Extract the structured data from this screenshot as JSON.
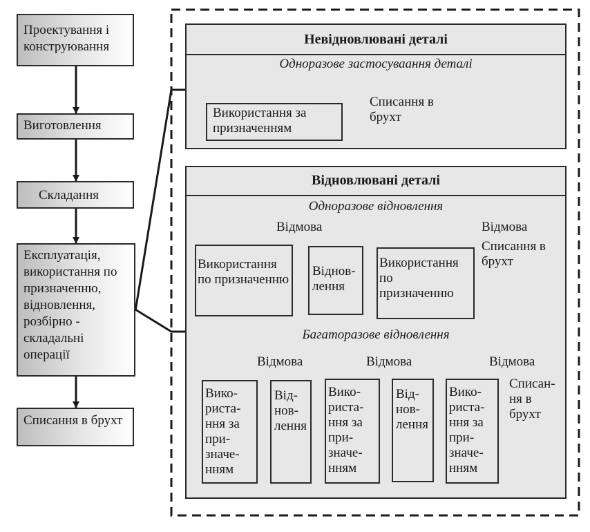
{
  "left_flow": [
    "Проектування  і конструювання",
    "Виготовлення",
    "Складання",
    "Експлуатація, використання по призначенню, відновлення, розбірно - складальні операції",
    "Списання в брухт"
  ],
  "top_panel": {
    "title": "Невідновлювані  деталі",
    "subtitle": "Одноразове  застосуваання деталі",
    "use_box": "Використання за призначенням",
    "scrap": "Списання в брухт"
  },
  "bottom_panel": {
    "title": "Відновлювані  деталі",
    "single": {
      "subtitle": "Одноразове  відновлення",
      "use1": "Використання по призначенню",
      "restore": "Віднов-лення",
      "use2": "Використання по призначенню",
      "failure1": "Відмова",
      "failure2": "Відмова",
      "scrap": "Списання в брухт"
    },
    "multi": {
      "subtitle": "Багаторазове  відновлення",
      "use1": "Вико-риста-ння за при-значе-нням",
      "restore1": "Від-нов-лення",
      "use2": "Вико-риста-ння за при-значе-нням",
      "restore2": "Від-нов-лення",
      "use3": "Вико-риста-ння за при-значе-нням",
      "failure1": "Відмова",
      "failure2": "Відмова",
      "failure3": "Відмова",
      "scrap": "Списан-ня в брухт"
    }
  }
}
